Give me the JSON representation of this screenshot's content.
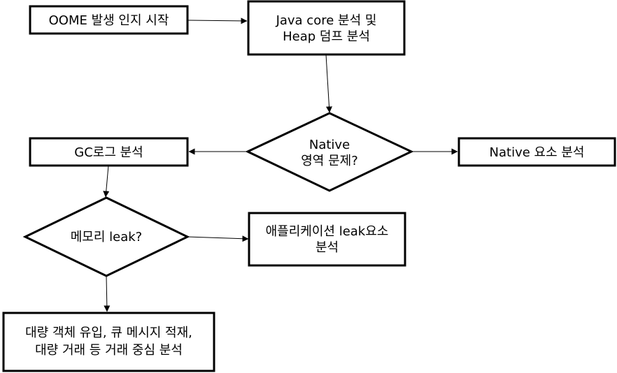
{
  "diagram": {
    "nodes": {
      "start": [
        "OOME 발생 인지 시작"
      ],
      "javacore": [
        "Java core 분석 및",
        "Heap 덤프 분석"
      ],
      "native_q": [
        "Native",
        "영역 문제?"
      ],
      "native_analysis": [
        "Native 요소 분석"
      ],
      "gc_log": [
        "GC로그 분석"
      ],
      "leak_q": [
        "메모리 leak?"
      ],
      "app_leak": [
        "애플리케이션 leak요소",
        "분석"
      ],
      "bulk": [
        "대량 객체 유입, 큐 메시지 적재,",
        "대량 거래 등 거래 중심 분석"
      ]
    }
  }
}
